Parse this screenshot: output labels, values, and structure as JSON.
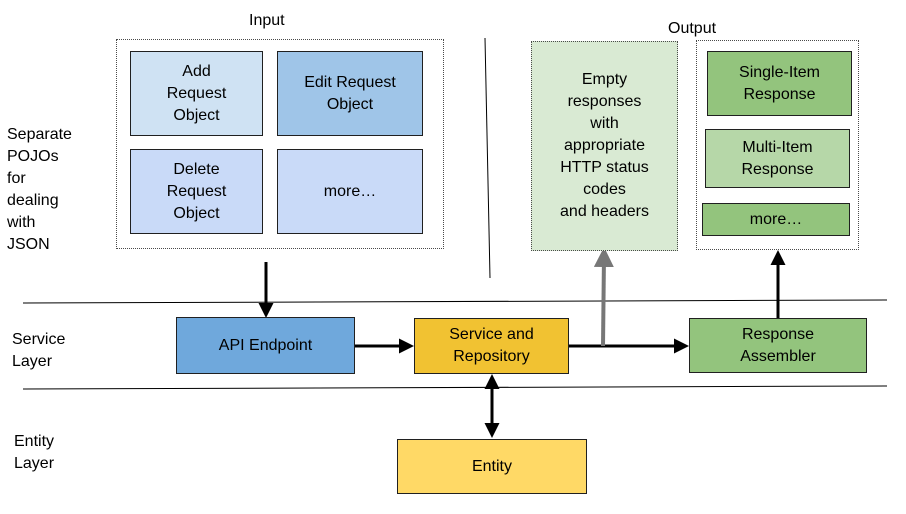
{
  "titles": {
    "input": "Input",
    "output": "Output"
  },
  "side_labels": {
    "pojos": "Separate\nPOJOs\nfor\ndealing\nwith\nJSON",
    "service_layer": "Service\nLayer",
    "entity_layer": "Entity\nLayer"
  },
  "input_boxes": {
    "add": "Add\nRequest\nObject",
    "edit": "Edit Request\nObject",
    "delete": "Delete\nRequest\nObject",
    "more": "more…"
  },
  "output": {
    "empty": "Empty\nresponses\nwith\nappropriate\nHTTP status\ncodes\nand headers",
    "single_item": "Single-Item\nResponse",
    "multi_item": "Multi-Item\nResponse",
    "more": "more…"
  },
  "service": {
    "api_endpoint": "API Endpoint",
    "service_repository": "Service and\nRepository",
    "response_assembler": "Response\nAssembler"
  },
  "entity": {
    "entity": "Entity"
  },
  "colors": {
    "add_request": "#cfe2f3",
    "edit_request": "#9fc5e8",
    "delete_request": "#c9daf8",
    "more_input": "#c9daf8",
    "api_endpoint": "#6fa8dc",
    "service_repository": "#f1c232",
    "entity": "#ffd966",
    "empty_response": "#d9ead3",
    "single_item": "#93c47d",
    "multi_item": "#b6d7a8",
    "more_output": "#93c47d",
    "response_assembler": "#93c47d",
    "arrow_gray": "#777777",
    "arrow_black": "#000000",
    "line_black": "#000000"
  }
}
